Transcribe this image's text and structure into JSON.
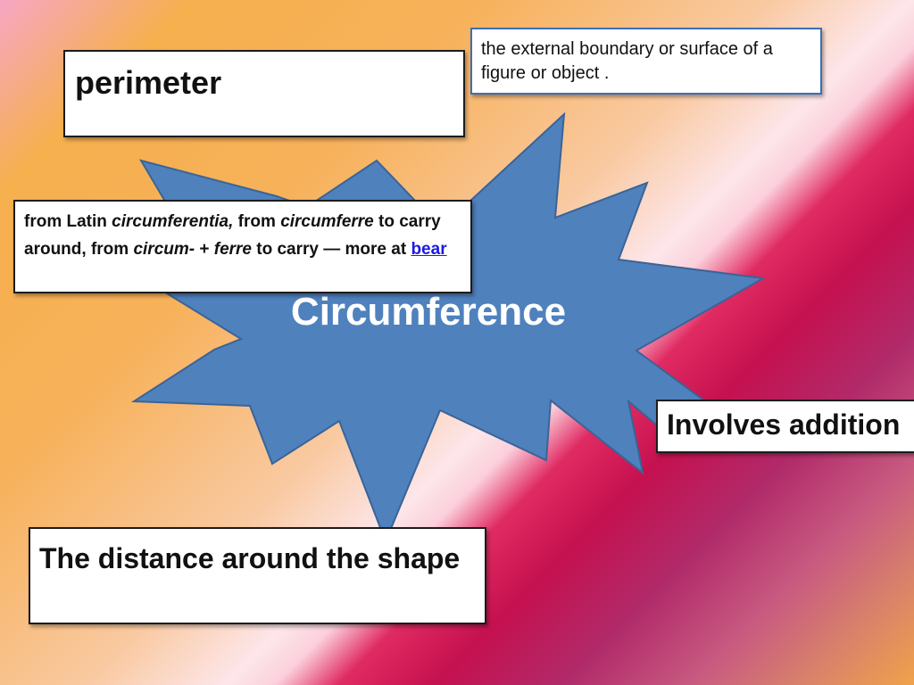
{
  "colors": {
    "starburst_fill": "#4f81bd",
    "starburst_stroke": "#3a6497",
    "link": "#1a1ae6",
    "definition_border": "#3d6fb4"
  },
  "term_box": {
    "text": "perimeter"
  },
  "definition_box": {
    "text": "the external boundary or surface of a figure or object ."
  },
  "etymology_box": {
    "part1": "from Latin ",
    "italic1": "circumferentia,",
    "part2": " from ",
    "italic2": "circumferre",
    "part3": " to carry around, from ",
    "italic3": "circum-",
    "part4": " + ",
    "italic4": "ferre",
    "part5": " to carry — more at ",
    "link_text": "bear"
  },
  "starburst": {
    "label": "Circumference"
  },
  "involves_box": {
    "text": "Involves addition"
  },
  "distance_box": {
    "text": "The distance around the shape"
  }
}
